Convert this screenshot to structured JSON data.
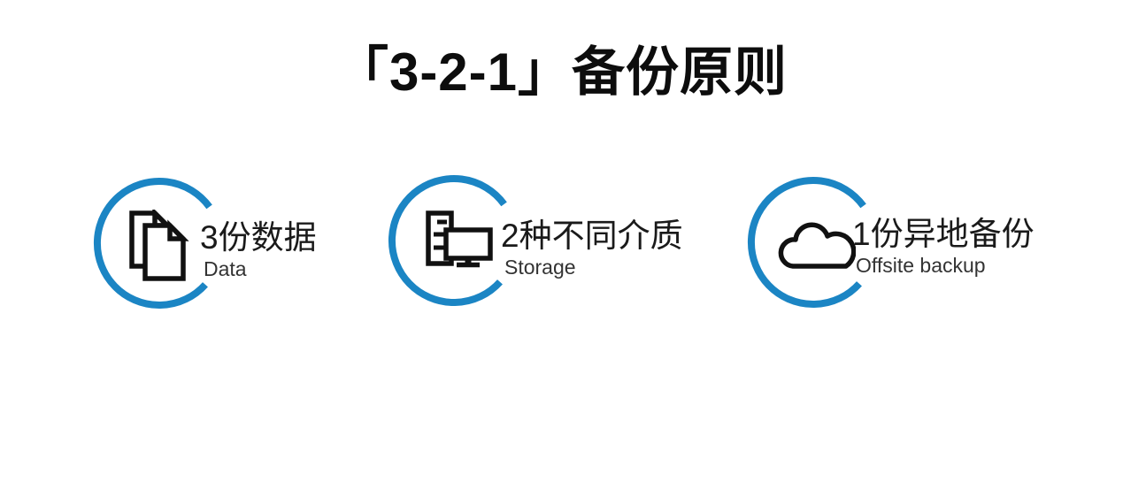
{
  "title": "「3-2-1」备份原则",
  "colors": {
    "accent_blue": "#1b85c4",
    "icon_stroke": "#111111",
    "label_text": "#1a1a1a",
    "sublabel_text": "#333333",
    "title_text": "#0d0d0d"
  },
  "items": [
    {
      "icon": "documents-icon",
      "label_zh": "3份数据",
      "label_en": "Data"
    },
    {
      "icon": "computer-storage-icon",
      "label_zh": "2种不同介质",
      "label_en": "Storage"
    },
    {
      "icon": "cloud-icon",
      "label_zh": "1份异地备份",
      "label_en": "Offsite backup"
    }
  ]
}
